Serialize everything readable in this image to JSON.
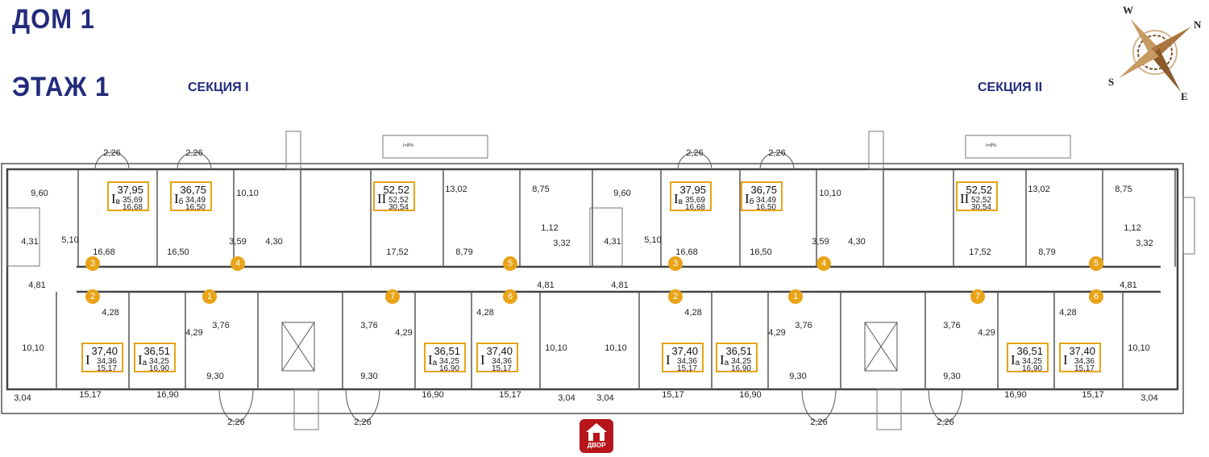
{
  "header": {
    "house": "ДОМ 1",
    "floor": "ЭТАЖ 1"
  },
  "sections": [
    {
      "title": "СЕКЦИЯ I",
      "rooms": [
        "2,26",
        "2,26",
        "9,60",
        "10,10",
        "13,02",
        "8,75",
        "4,31",
        "5,10",
        "16,68",
        "16,50",
        "3,59",
        "4,30",
        "17,52",
        "8,79",
        "1,12",
        "3,32",
        "4,81",
        "4,81",
        "4,28",
        "3,76",
        "4,29",
        "3,76",
        "4,29",
        "4,28",
        "10,10",
        "10,10",
        "9,30",
        "9,30",
        "3,04",
        "15,17",
        "16,90",
        "16,90",
        "15,17",
        "3,04",
        "2,26",
        "2,26"
      ],
      "apartments": [
        {
          "type": "I",
          "sub": "в",
          "total": "37,95",
          "living": "35,69",
          "kitchen": "16,68"
        },
        {
          "type": "I",
          "sub": "б",
          "total": "36,75",
          "living": "34,49",
          "kitchen": "16,50"
        },
        {
          "type": "II",
          "sub": "",
          "total": "52,52",
          "living": "52,52",
          "kitchen": "30,54"
        },
        {
          "type": "I",
          "sub": "",
          "total": "37,40",
          "living": "34,36",
          "kitchen": "15,17"
        },
        {
          "type": "I",
          "sub": "а",
          "total": "36,51",
          "living": "34,25",
          "kitchen": "16,90"
        },
        {
          "type": "I",
          "sub": "а",
          "total": "36,51",
          "living": "34,25",
          "kitchen": "16,90"
        },
        {
          "type": "I",
          "sub": "",
          "total": "37,40",
          "living": "34,36",
          "kitchen": "15,17"
        }
      ],
      "numbers": [
        "3",
        "4",
        "5",
        "2",
        "1",
        "7",
        "6"
      ],
      "ramp": "i=8%"
    },
    {
      "title": "СЕКЦИЯ II",
      "rooms": [
        "2,26",
        "2,26",
        "9,60",
        "10,10",
        "13,02",
        "8,75",
        "4,31",
        "5,10",
        "16,68",
        "16,50",
        "3,59",
        "4,30",
        "17,52",
        "8,79",
        "1,12",
        "3,32",
        "4,81",
        "4,81",
        "4,28",
        "3,76",
        "4,29",
        "3,76",
        "4,29",
        "4,28",
        "10,10",
        "10,10",
        "9,30",
        "9,30",
        "3,04",
        "15,17",
        "16,90",
        "16,90",
        "15,17",
        "3,04",
        "2,26",
        "2,26"
      ],
      "apartments": [
        {
          "type": "I",
          "sub": "в",
          "total": "37,95",
          "living": "35,69",
          "kitchen": "16,68"
        },
        {
          "type": "I",
          "sub": "б",
          "total": "36,75",
          "living": "34,49",
          "kitchen": "16,50"
        },
        {
          "type": "II",
          "sub": "",
          "total": "52,52",
          "living": "52,52",
          "kitchen": "30,54"
        },
        {
          "type": "I",
          "sub": "",
          "total": "37,40",
          "living": "34,36",
          "kitchen": "15,17"
        },
        {
          "type": "I",
          "sub": "а",
          "total": "36,51",
          "living": "34,25",
          "kitchen": "16,90"
        },
        {
          "type": "I",
          "sub": "а",
          "total": "36,51",
          "living": "34,25",
          "kitchen": "16,90"
        },
        {
          "type": "I",
          "sub": "",
          "total": "37,40",
          "living": "34,36",
          "kitchen": "15,17"
        }
      ],
      "numbers": [
        "3",
        "4",
        "5",
        "2",
        "1",
        "7",
        "6"
      ],
      "ramp": "i=8%"
    }
  ],
  "compass": {
    "n": "N",
    "s": "S",
    "e": "E",
    "w": "W"
  },
  "yard_button": {
    "label": "ДВОР",
    "icon": "house-icon"
  },
  "colors": {
    "heading": "#232b7c",
    "accent": "#e8a316",
    "yard": "#b5151b"
  }
}
